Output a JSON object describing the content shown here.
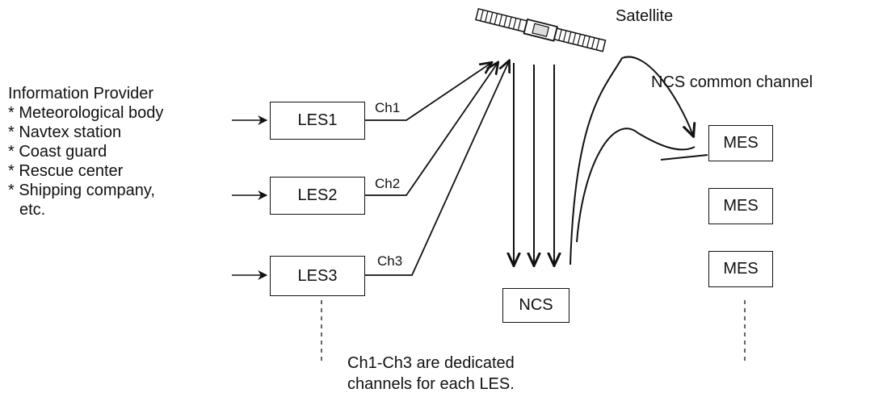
{
  "satellite_label": "Satellite",
  "ncs_channel_label": "NCS common channel",
  "provider": {
    "title": "Information Provider",
    "items": [
      "* Meteorological body",
      "* Navtex station",
      "* Coast guard",
      "* Rescue center",
      "* Shipping company,",
      "  etc."
    ]
  },
  "les_boxes": [
    "LES1",
    "LES2",
    "LES3"
  ],
  "channels": [
    "Ch1",
    "Ch2",
    "Ch3"
  ],
  "ncs_box": "NCS",
  "mes_boxes": [
    "MES",
    "MES",
    "MES"
  ],
  "caption": {
    "line1": "Ch1-Ch3 are dedicated",
    "line2": "channels for each LES."
  }
}
